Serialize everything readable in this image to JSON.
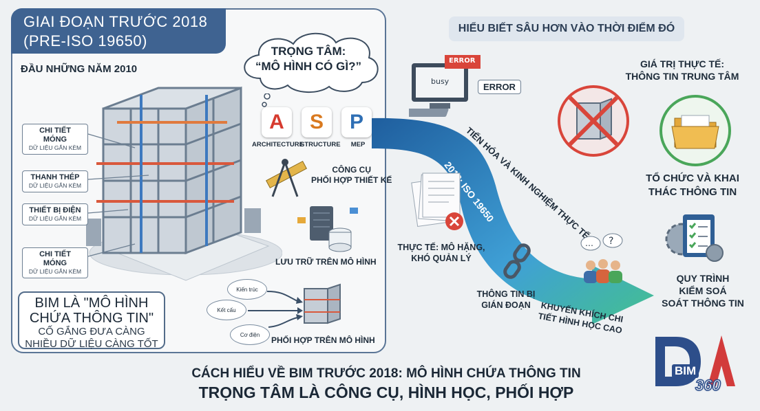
{
  "left": {
    "title_line1": "GIAI ĐOẠN TRƯỚC 2018",
    "title_line2": "(PRE-ISO 19650)",
    "subtitle": "ĐẦU NHỮNG NĂM 2010",
    "callouts": [
      {
        "title": "CHI TIẾT MÓNG",
        "sub": "DỮ LIỆU GẮN KÈM"
      },
      {
        "title": "THANH THÉP",
        "sub": "DỮ LIỆU GẮN KÈM"
      },
      {
        "title": "THIẾT BỊ ĐIỆN",
        "sub": "DỮ LIỆU GẮN KÈM"
      },
      {
        "title": "CHI TIẾT MÓNG",
        "sub": "DỮ LIỆU GẮN KÈM"
      }
    ],
    "bim_line1": "BIM LÀ \"MÔ HÌNH",
    "bim_line2": "CHỨA THÔNG TIN\"",
    "bim_sub1": "CỐ GẮNG ĐƯA CÀNG",
    "bim_sub2": "NHIỀU DỮ LIỆU CÀNG TỐT",
    "thought_line1": "TRỌNG TÂM:",
    "thought_line2": "“MÔ HÌNH CÓ GÌ?”",
    "disciplines": [
      {
        "letter": "A",
        "label": "ARCHITECTURE",
        "color": "#d63b2f"
      },
      {
        "letter": "S",
        "label": "STRUCTURE",
        "color": "#d9791f"
      },
      {
        "letter": "P",
        "label": "MEP",
        "color": "#2f6fb4"
      }
    ],
    "tool_label_1": "CÔNG CỤ",
    "tool_label_2": "PHỐI HỢP THIẾT KẾ",
    "storage_label": "LƯU TRỮ TRÊN MÔ HÌNH",
    "bubbles": [
      "Kiến trúc",
      "Kết cấu",
      "Cơ điện"
    ],
    "coordination_label": "PHỐI HỢP TRÊN MÔ HÌNH"
  },
  "right": {
    "insight_title": "HIỂU BIẾT SÂU HƠN VÀO THỜI ĐIỂM ĐÓ",
    "busy_text": "busy",
    "error_text": "ERROR",
    "error_label": "ERROR",
    "arrow_text_1": "TIẾN HÓA VÀ KINH NGHIỆM THỰC TẾ",
    "arrow_text_2": "2018: ISO 19650",
    "reality_line1": "THỰC TẾ: MÔ HẶNG,",
    "reality_line2": "KHÓ QUẢN LÝ",
    "broken_line1": "THÔNG TIN BỊ",
    "broken_line2": "GIÁN ĐOẠN",
    "encourage_line1": "KHUYẾN KHÍCH CHI",
    "encourage_line2": "TIẾT HÌNH HỌC CAO",
    "value_line1": "GIÁ TRỊ THỰC TẾ:",
    "value_line2": "THÔNG TIN TRUNG TÂM",
    "organize_line1": "TỔ CHỨC VÀ KHAI",
    "organize_line2": "THÁC THÔNG TIN",
    "process_line1": "QUY TRÌNH",
    "process_line2": "KIỂM SOÁ",
    "process_line3": "SOÁT THÔNG TIN"
  },
  "footer": {
    "line1": "CÁCH HIỂU VỀ BIM TRƯỚC 2018: MÔ HÌNH CHỨA THÔNG TIN",
    "line2": "TRỌNG TÂM LÀ CÔNG CỤ, HÌNH HỌC, PHỐI HỢP"
  },
  "logo": {
    "brand": "BIM",
    "number": "360"
  },
  "colors": {
    "panel_blue": "#3f6391",
    "arrow_blue": "#2f7fc1",
    "arrow_green": "#39b58a",
    "error_red": "#d9453a",
    "ok_green": "#4aa65a"
  }
}
